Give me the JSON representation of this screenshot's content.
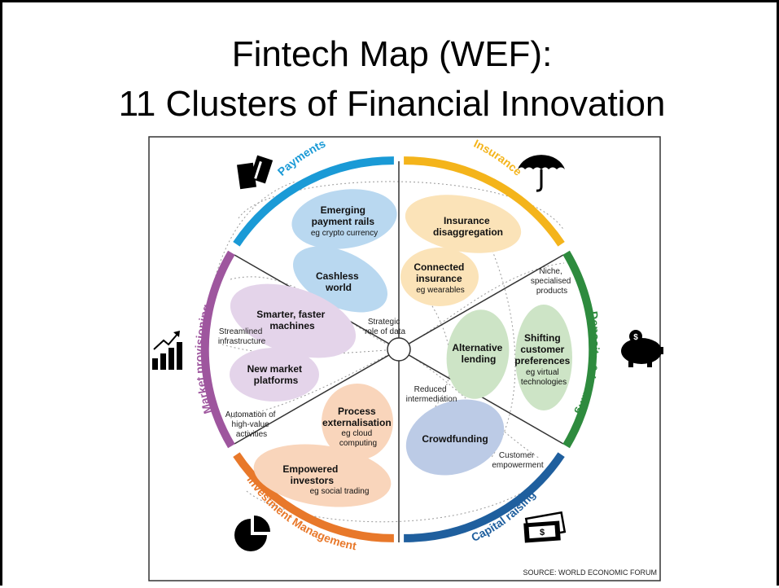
{
  "slide": {
    "title_line1": "Fintech Map (WEF):",
    "title_line2": "11 Clusters of Financial Innovation"
  },
  "sectors": {
    "payments": "Payments",
    "insurance": "Insurance",
    "deposits": "Deposits & lending",
    "capital": "Capital raising",
    "investment": "Investment Management",
    "market": "Market provisioning"
  },
  "sector_colors": {
    "payments": "#1a9ad6",
    "insurance": "#f4b41b",
    "deposits": "#2e8b3e",
    "capital": "#1f5f9e",
    "investment": "#e8782a",
    "market": "#9e569e"
  },
  "bubbles": {
    "emerging": {
      "title": [
        "Emerging",
        "payment rails"
      ],
      "sub": "eg crypto currency",
      "color": "#b9d8f0"
    },
    "cashless": {
      "title": [
        "Cashless",
        "world"
      ],
      "sub": "",
      "color": "#b9d8f0"
    },
    "ins_disagg": {
      "title": [
        "Insurance",
        "disaggregation"
      ],
      "sub": "",
      "color": "#fbe3b8"
    },
    "connected": {
      "title": [
        "Connected",
        "insurance"
      ],
      "sub": "eg wearables",
      "color": "#fbe3b8"
    },
    "alt_lending": {
      "title": [
        "Alternative",
        "lending"
      ],
      "sub": "",
      "color": "#cde4c6"
    },
    "shifting": {
      "title": [
        "Shifting",
        "customer",
        "preferences"
      ],
      "sub_lines": [
        "eg virtual",
        "technologies"
      ],
      "color": "#cde4c6"
    },
    "crowdfunding": {
      "title": [
        "Crowdfunding"
      ],
      "sub": "",
      "color": "#bccbe6"
    },
    "process": {
      "title": [
        "Process",
        "externalisation"
      ],
      "sub_lines": [
        "eg cloud",
        "computing"
      ],
      "color": "#f9d5bb"
    },
    "empowered": {
      "title": [
        "Empowered",
        "investors"
      ],
      "sub": "eg social trading",
      "color": "#f9d5bb"
    },
    "smarter": {
      "title": [
        "Smarter, faster",
        "machines"
      ],
      "sub": "",
      "color": "#e4d4ea"
    },
    "new_market": {
      "title": [
        "New market",
        "platforms"
      ],
      "sub": "",
      "color": "#e4d4ea"
    }
  },
  "themes": {
    "strategic": [
      "Strategic",
      "role of data"
    ],
    "niche": [
      "Niche,",
      "specialised",
      "products"
    ],
    "streamlined": [
      "Streamlined",
      "infrastructure"
    ],
    "reduced": [
      "Reduced",
      "intermediation"
    ],
    "automation": [
      "Automation of",
      "high-value",
      "activities"
    ],
    "customer_emp": [
      "Customer",
      "empowerment"
    ]
  },
  "icons": [
    "credit-card-icon",
    "umbrella-icon",
    "piggy-bank-icon",
    "cash-icon",
    "pie-chart-icon",
    "growth-chart-icon"
  ],
  "source": "SOURCE: WORLD ECONOMIC FORUM"
}
